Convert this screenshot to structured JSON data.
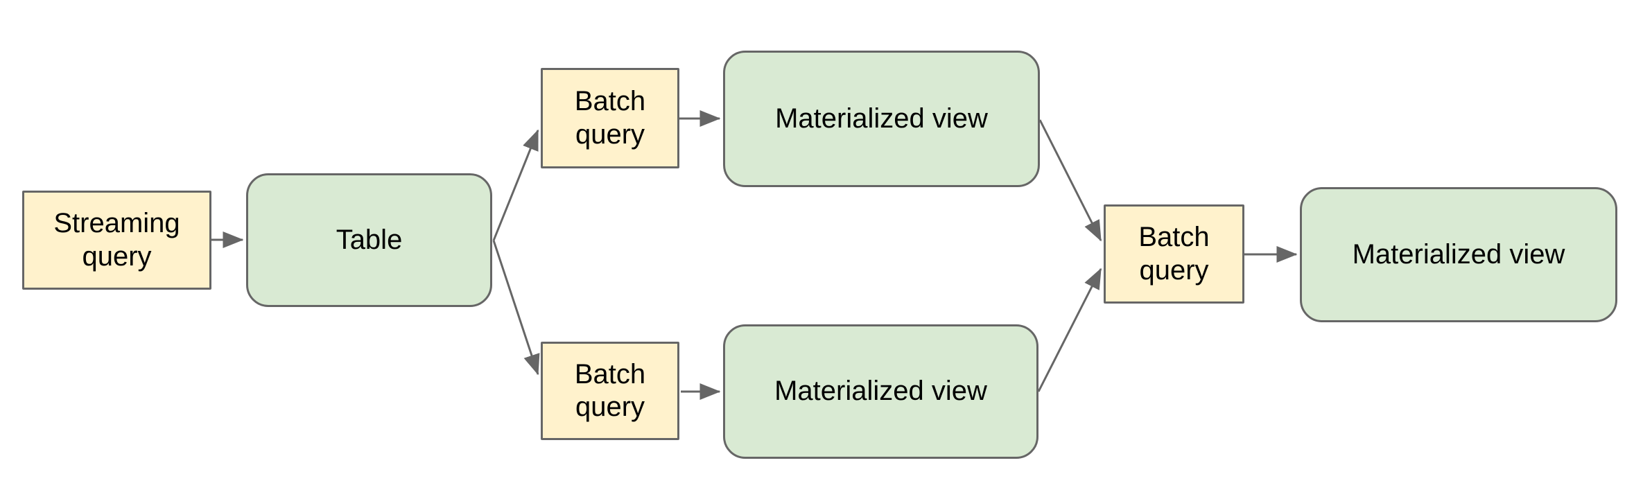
{
  "diagram": {
    "nodes": [
      {
        "id": "streaming-query",
        "label": "Streaming query",
        "kind": "query"
      },
      {
        "id": "table",
        "label": "Table",
        "kind": "table"
      },
      {
        "id": "batch-query-top",
        "label": "Batch query",
        "kind": "query"
      },
      {
        "id": "materialized-view-top",
        "label": "Materialized view",
        "kind": "view"
      },
      {
        "id": "batch-query-bottom",
        "label": "Batch query",
        "kind": "query"
      },
      {
        "id": "materialized-view-bottom",
        "label": "Materialized view",
        "kind": "view"
      },
      {
        "id": "batch-query-right",
        "label": "Batch query",
        "kind": "query"
      },
      {
        "id": "materialized-view-right",
        "label": "Materialized view",
        "kind": "view"
      }
    ],
    "edges": [
      {
        "from": "streaming-query",
        "to": "table"
      },
      {
        "from": "table",
        "to": "batch-query-top"
      },
      {
        "from": "table",
        "to": "batch-query-bottom"
      },
      {
        "from": "batch-query-top",
        "to": "materialized-view-top"
      },
      {
        "from": "batch-query-bottom",
        "to": "materialized-view-bottom"
      },
      {
        "from": "materialized-view-top",
        "to": "batch-query-right"
      },
      {
        "from": "materialized-view-bottom",
        "to": "batch-query-right"
      },
      {
        "from": "batch-query-right",
        "to": "materialized-view-right"
      }
    ],
    "colors": {
      "query_fill": "#fff2cc",
      "view_fill": "#d9ead3",
      "border": "#666666",
      "arrow": "#666666",
      "text": "#000000",
      "background": "#ffffff"
    }
  }
}
